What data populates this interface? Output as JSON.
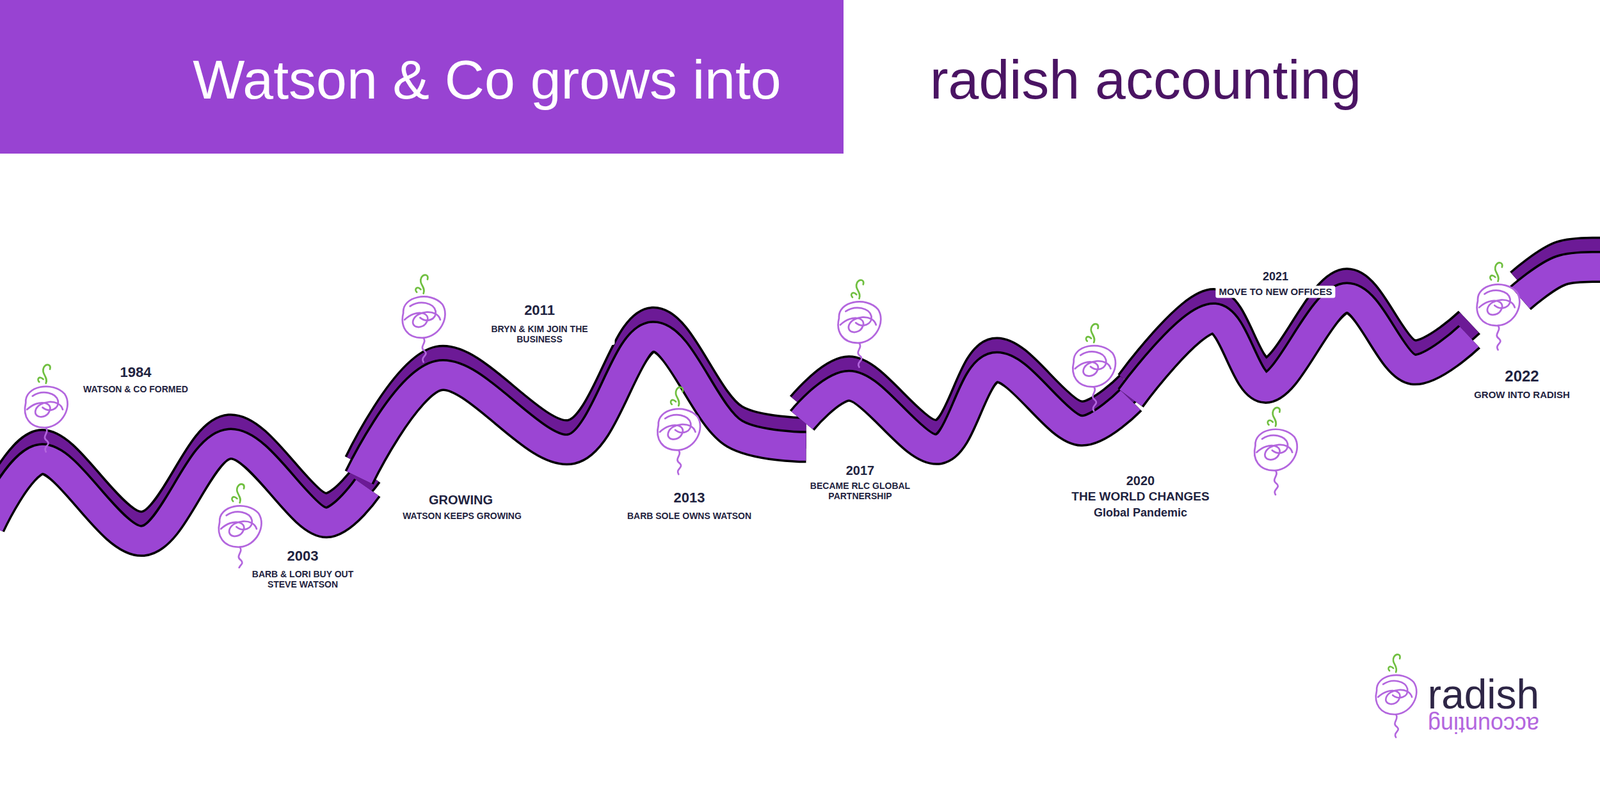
{
  "diagram": {
    "title": "Watson & Co grows into",
    "labels": [
      "radish accounting",
      "1984",
      "WATSON & CO FORMED",
      "2003",
      "BARB & LORI BUY OUT STEVE WATSON",
      "GROWING",
      "WATSON KEEPS GROWING",
      "2011",
      "BRYN & KIM JOIN THE BUSINESS",
      "2013",
      "BARB SOLE OWNS WATSON",
      "2017",
      "BECAME RLC GLOBAL PARTNERSHIP",
      "2020",
      "THE WORLD CHANGES",
      "Global Pandemic",
      "2021",
      "MOVE TO NEW OFFICES",
      "2022",
      "GROW INTO RADISH",
      "radish",
      "accounting"
    ]
  }
}
